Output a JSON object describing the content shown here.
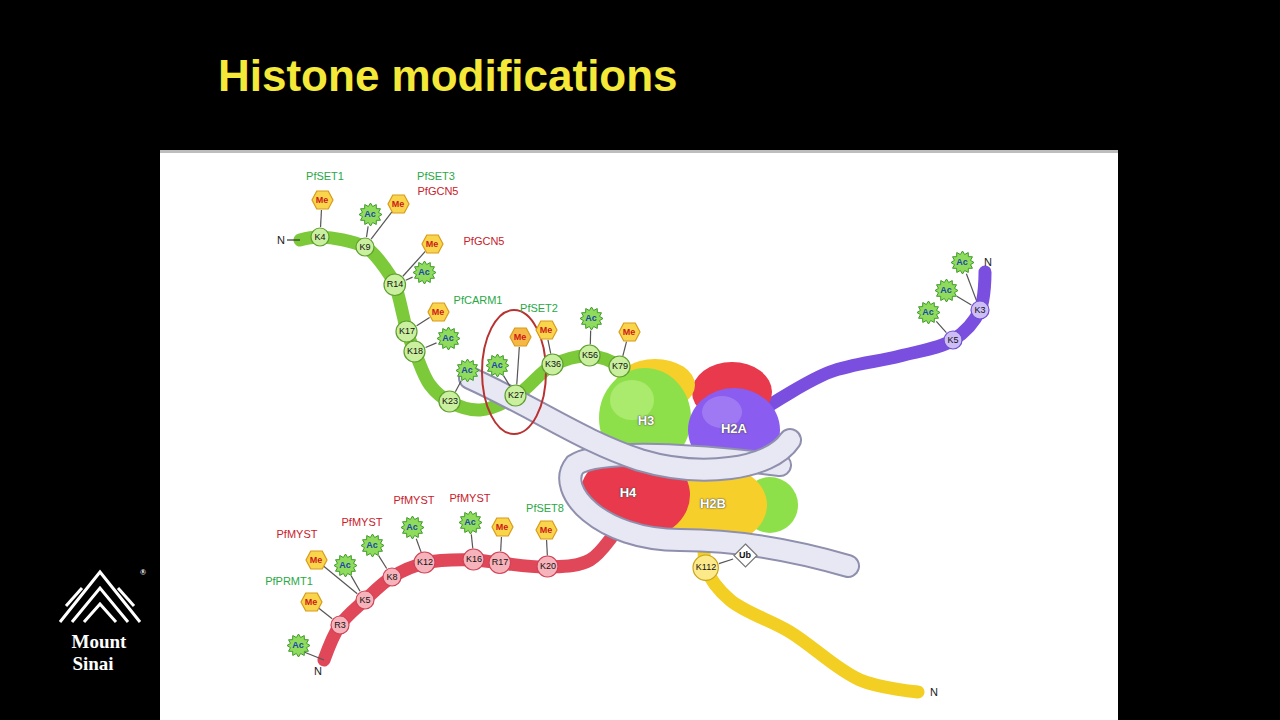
{
  "diagram": {
    "title": "Histone modifications",
    "nodes": [
      {
        "text": [
          "K4"
        ]
      },
      {
        "text": [
          "Me"
        ]
      },
      {
        "text": [
          "K9"
        ]
      },
      {
        "text": [
          "Ac"
        ]
      },
      {
        "text": [
          "Me"
        ]
      },
      {
        "text": [
          "R14"
        ]
      },
      {
        "text": [
          "Ac"
        ]
      },
      {
        "text": [
          "Me"
        ]
      },
      {
        "text": [
          "K17"
        ]
      },
      {
        "text": [
          "Me"
        ]
      },
      {
        "text": [
          "K18"
        ]
      },
      {
        "text": [
          "Ac"
        ]
      },
      {
        "text": [
          "K23"
        ]
      },
      {
        "text": [
          "Ac"
        ]
      },
      {
        "text": [
          "K27"
        ]
      },
      {
        "text": [
          "Me"
        ]
      },
      {
        "text": [
          "Ac"
        ]
      },
      {
        "text": [
          "K36"
        ]
      },
      {
        "text": [
          "Me"
        ]
      },
      {
        "text": [
          "K56"
        ]
      },
      {
        "text": [
          "Ac"
        ]
      },
      {
        "text": [
          "K79"
        ]
      },
      {
        "text": [
          "Me"
        ]
      },
      {
        "text": [
          "H3"
        ]
      },
      {
        "text": [
          "H2A"
        ]
      },
      {
        "text": [
          "K3"
        ]
      },
      {
        "text": [
          "Ac"
        ]
      },
      {
        "text": [
          "Ac"
        ]
      },
      {
        "text": [
          "K5"
        ]
      },
      {
        "text": [
          "Ac"
        ]
      },
      {
        "text": [
          "H4"
        ]
      },
      {
        "text": [
          "Ac"
        ]
      },
      {
        "text": [
          "R3"
        ]
      },
      {
        "text": [
          "Me"
        ]
      },
      {
        "text": [
          "K5"
        ]
      },
      {
        "text": [
          "Me"
        ]
      },
      {
        "text": [
          "Ac"
        ]
      },
      {
        "text": [
          "K8"
        ]
      },
      {
        "text": [
          "Ac"
        ]
      },
      {
        "text": [
          "K12"
        ]
      },
      {
        "text": [
          "Ac"
        ]
      },
      {
        "text": [
          "K16"
        ]
      },
      {
        "text": [
          "Ac"
        ]
      },
      {
        "text": [
          "R17"
        ]
      },
      {
        "text": [
          "Me"
        ]
      },
      {
        "text": [
          "K20"
        ]
      },
      {
        "text": [
          "Me"
        ]
      },
      {
        "text": [
          "H2B"
        ]
      },
      {
        "text": [
          "K112"
        ]
      },
      {
        "text": [
          "Ub"
        ]
      }
    ],
    "edges": [
      {
        "from": 1,
        "to": 0,
        "arrow": "none"
      },
      {
        "from": 3,
        "to": 2,
        "arrow": "none"
      },
      {
        "from": 4,
        "to": 2,
        "arrow": "none"
      },
      {
        "from": 6,
        "to": 5,
        "arrow": "none"
      },
      {
        "from": 7,
        "to": 5,
        "arrow": "none"
      },
      {
        "from": 9,
        "to": 8,
        "arrow": "none"
      },
      {
        "from": 11,
        "to": 10,
        "arrow": "none"
      },
      {
        "from": 13,
        "to": 12,
        "arrow": "none"
      },
      {
        "from": 15,
        "to": 14,
        "arrow": "none"
      },
      {
        "from": 16,
        "to": 14,
        "arrow": "none"
      },
      {
        "from": 18,
        "to": 17,
        "arrow": "none"
      },
      {
        "from": 20,
        "to": 19,
        "arrow": "none"
      },
      {
        "from": 22,
        "to": 21,
        "arrow": "none"
      },
      {
        "from": 26,
        "to": 25,
        "arrow": "none"
      },
      {
        "from": 27,
        "to": 25,
        "arrow": "none"
      },
      {
        "from": 29,
        "to": 28,
        "arrow": "none"
      },
      {
        "from": 33,
        "to": 32,
        "arrow": "none"
      },
      {
        "from": 35,
        "to": 34,
        "arrow": "none"
      },
      {
        "from": 36,
        "to": 34,
        "arrow": "none"
      },
      {
        "from": 38,
        "to": 37,
        "arrow": "none"
      },
      {
        "from": 40,
        "to": 39,
        "arrow": "none"
      },
      {
        "from": 42,
        "to": 41,
        "arrow": "none"
      },
      {
        "from": 44,
        "to": 43,
        "arrow": "none"
      },
      {
        "from": 46,
        "to": 45,
        "arrow": "none"
      },
      {
        "from": 49,
        "to": 48,
        "arrow": "none"
      }
    ],
    "labels": [
      "PfSET1",
      "PfSET3",
      "PfGCN5",
      "PfGCN5",
      "PfCARM1",
      "PfSET2",
      "N",
      "N",
      "PfMYST",
      "PfMYST",
      "PfMYST",
      "PfMYST",
      "PfSET8",
      "PfPRMT1",
      "N",
      "N",
      "Mount",
      "Sinai",
      "®"
    ]
  }
}
